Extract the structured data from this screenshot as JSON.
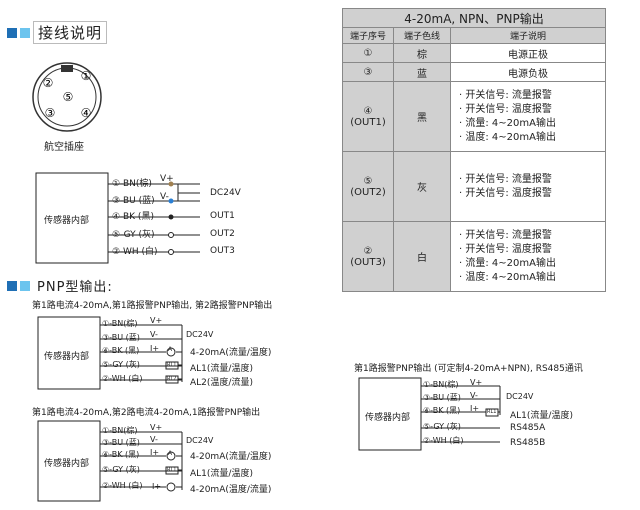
{
  "section1": {
    "title": "接线说明"
  },
  "connector": {
    "caption": "航空插座",
    "pins": [
      "①",
      "②",
      "③",
      "④",
      "⑤"
    ]
  },
  "diagram1": {
    "box_label": "传感器内部",
    "wires": [
      "①-BN(棕)",
      "③-BU (蓝)",
      "④-BK (黑)",
      "⑤-GY (灰)",
      "②-WH (白)"
    ],
    "vplus": "V+",
    "vminus": "V-",
    "outputs": [
      "DC24V",
      "OUT1",
      "OUT2",
      "OUT3"
    ]
  },
  "section2": {
    "title": "PNP型输出:"
  },
  "diagram2": {
    "caption": "第1路电流4-20mA,第1路报警PNP输出, 第2路报警PNP输出",
    "box_label": "传感器内部",
    "wires": [
      "①-BN(棕)",
      "③-BU (蓝)",
      "④-BK (黑)",
      "⑤-GY (灰)",
      "②-WH (白)"
    ],
    "vplus": "V+",
    "vminus": "V-",
    "iplus": "I+",
    "ammeter": "A",
    "load1": "RL1",
    "load2": "RL2",
    "outputs": [
      "DC24V",
      "4-20mA(流量/温度)",
      "AL1(流量/温度)",
      "AL2(温度/流量)"
    ]
  },
  "diagram3": {
    "caption": "第1路电流4-20mA,第2路电流4-20mA,1路报警PNP输出",
    "box_label": "传感器内部",
    "wires": [
      "①-BN(棕)",
      "③-BU (蓝)",
      "④-BK (黑)",
      "⑤-GY (灰)",
      "②-WH (白)"
    ],
    "vplus": "V+",
    "vminus": "V-",
    "iplus": "I+",
    "iplus2": "I+",
    "ammeter": "A",
    "load1": "RL1",
    "outputs": [
      "DC24V",
      "4-20mA(流量/温度)",
      "AL1(流量/温度)",
      "4-20mA(温度/流量)"
    ]
  },
  "diagram4": {
    "caption": "第1路报警PNP输出 (可定制4-20mA+NPN), RS485通讯",
    "box_label": "传感器内部",
    "wires": [
      "①-BN(棕)",
      "③-BU (蓝)",
      "④-BK (黑)",
      "⑤-GY (灰)",
      "②-WH (白)"
    ],
    "vplus": "V+",
    "vminus": "V-",
    "iplus": "I+",
    "load1": "RL1",
    "outputs": [
      "DC24V",
      "AL1(流量/温度)",
      "RS485A",
      "RS485B"
    ]
  },
  "table": {
    "title": "4-20mA, NPN、PNP输出",
    "headers": [
      "端子序号",
      "端子色线",
      "端子说明"
    ],
    "rows": [
      {
        "pin": "①",
        "color": "棕",
        "desc": [
          "电源正极"
        ]
      },
      {
        "pin": "③",
        "color": "蓝",
        "desc": [
          "电源负极"
        ]
      },
      {
        "pin": "④",
        "pin2": "(OUT1)",
        "color": "黑",
        "desc": [
          "· 开关信号: 流量报警",
          "· 开关信号: 温度报警",
          "· 流量: 4~20mA输出",
          "· 温度: 4~20mA输出"
        ]
      },
      {
        "pin": "⑤",
        "pin2": "(OUT2)",
        "color": "灰",
        "desc": [
          "· 开关信号: 流量报警",
          "· 开关信号: 温度报警"
        ]
      },
      {
        "pin": "②",
        "pin2": "(OUT3)",
        "color": "白",
        "desc": [
          "· 开关信号: 流量报警",
          "· 开关信号: 温度报警",
          "· 流量: 4~20mA输出",
          "· 温度: 4~20mA输出"
        ]
      }
    ]
  },
  "colors": {
    "accent_dark": "#1f6fb5",
    "accent_light": "#6cc4ee",
    "header_gray": "#d0d0d0",
    "brown": "#a08050",
    "blue": "#2a7fd4"
  }
}
